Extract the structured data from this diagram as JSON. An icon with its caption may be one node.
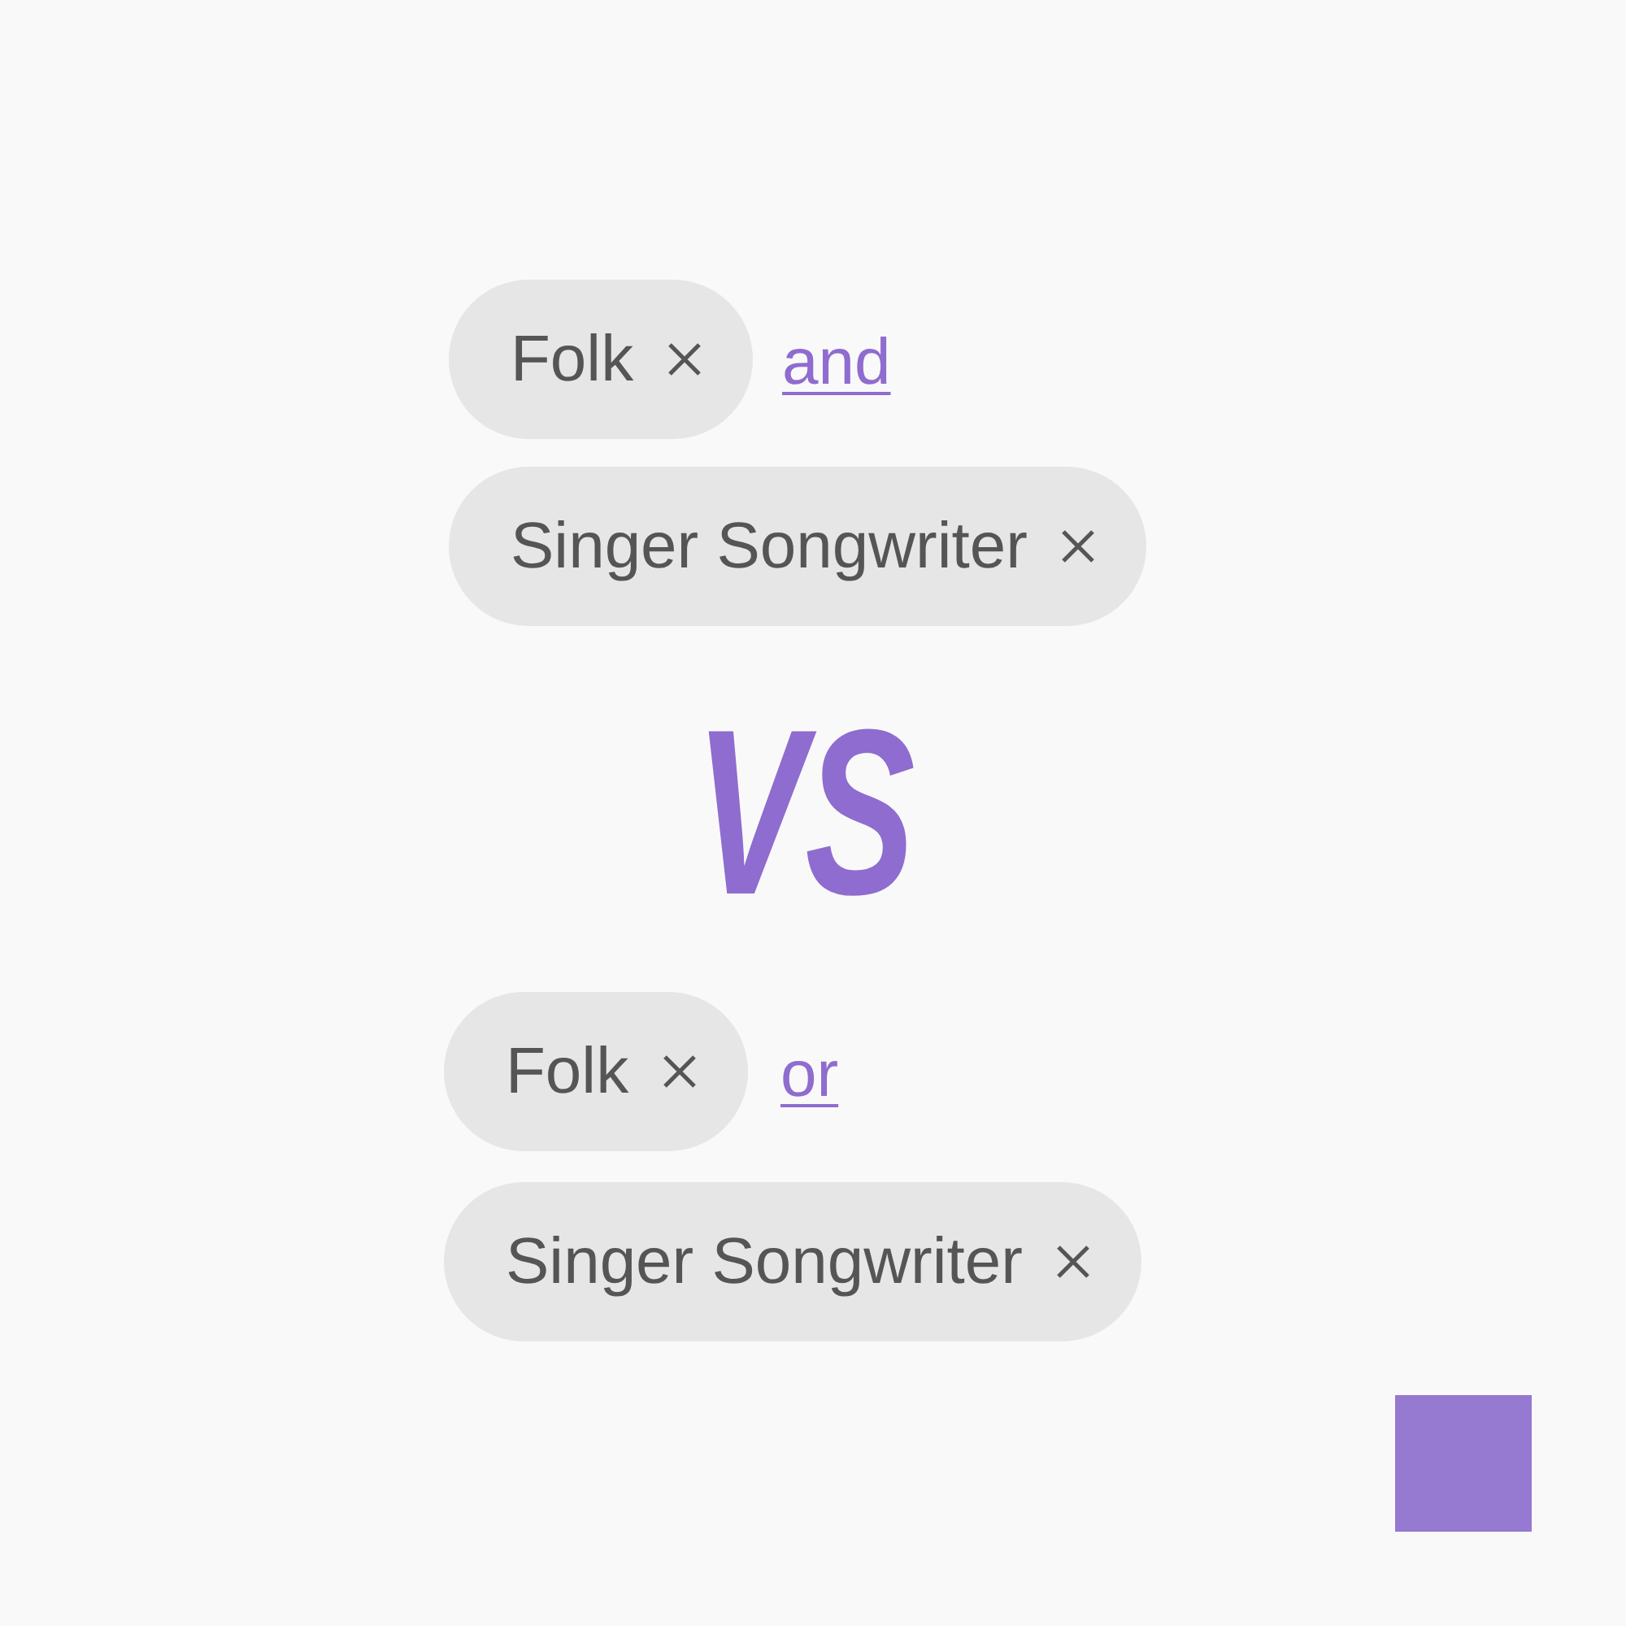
{
  "diagram": {
    "nodes": [
      {
        "text": [
          "Folk"
        ]
      },
      {
        "text": [
          "Singer Songwriter"
        ]
      },
      {
        "text": [
          "Folk"
        ]
      },
      {
        "text": [
          "Singer Songwriter"
        ]
      }
    ],
    "labels": [
      "and",
      "VS",
      "or"
    ]
  }
}
